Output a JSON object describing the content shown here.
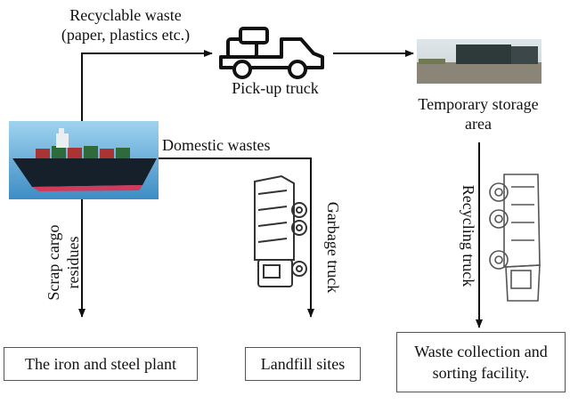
{
  "labels": {
    "recyclable_line1": "Recyclable waste",
    "recyclable_line2": "(paper, plastics etc.)",
    "pickup_truck": "Pick-up truck",
    "storage_line1": "Temporary storage",
    "storage_line2": "area",
    "domestic": "Domestic wastes",
    "scrap_line1": "Scrap cargo",
    "scrap_line2": "residues",
    "garbage_truck": "Garbage truck",
    "recycling_truck": "Recycling truck"
  },
  "boxes": {
    "iron_steel": "The iron and steel plant",
    "landfill": "Landfill sites",
    "waste_line1": "Waste collection and",
    "waste_line2": "sorting facility."
  },
  "icons": [
    "cargo-ship-image",
    "pickup-truck-icon",
    "storage-area-photo",
    "garbage-truck-icon",
    "recycling-truck-icon"
  ]
}
